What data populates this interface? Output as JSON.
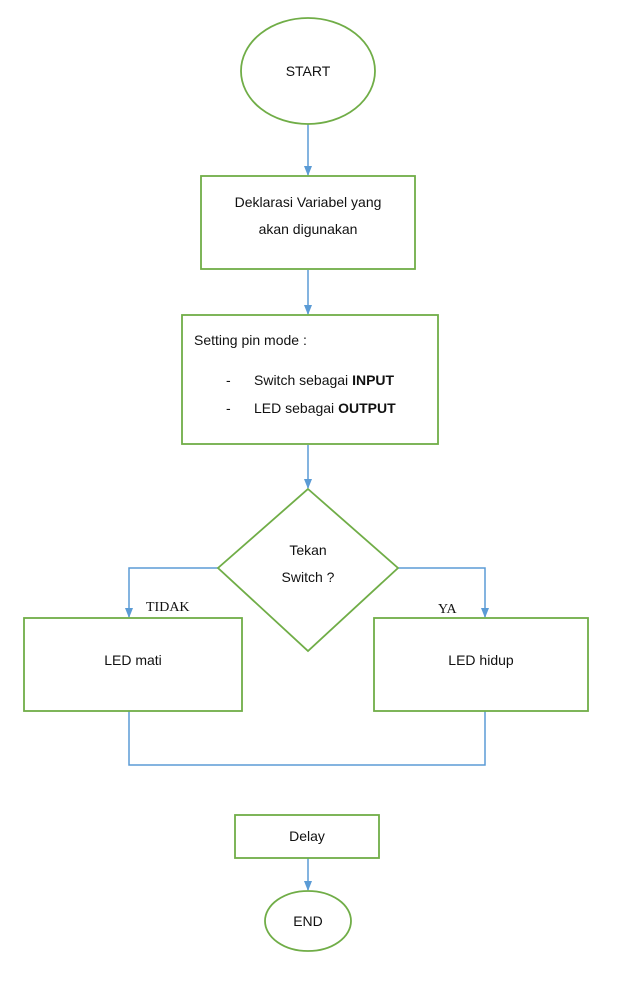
{
  "colors": {
    "shape_stroke": "#70AD47",
    "connector": "#5B9BD5",
    "text": "#111111",
    "background": "#FFFFFF"
  },
  "nodes": {
    "start": {
      "label": "START"
    },
    "declare": {
      "line1": "Deklarasi Variabel yang",
      "line2": "akan digunakan"
    },
    "setup": {
      "title": "Setting pin mode :",
      "items": [
        {
          "bullet": "-",
          "text": "Switch sebagai ",
          "keyword": "INPUT"
        },
        {
          "bullet": "-",
          "text": "LED sebagai ",
          "keyword": "OUTPUT"
        }
      ]
    },
    "decision": {
      "line1": "Tekan",
      "line2": "Switch ?"
    },
    "led_off": {
      "label": "LED mati"
    },
    "led_on": {
      "label": "LED hidup"
    },
    "delay": {
      "label": "Delay"
    },
    "end": {
      "label": "END"
    }
  },
  "branches": {
    "no": "TIDAK",
    "yes": "YA"
  }
}
